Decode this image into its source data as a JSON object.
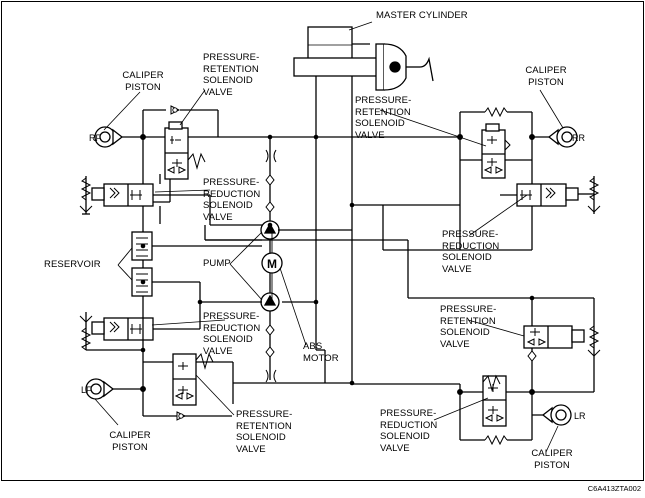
{
  "figure_code": "C6A413ZTA002",
  "labels": {
    "master_cylinder": "MASTER CYLINDER",
    "caliper_piston_rf": "CALIPER\nPISTON",
    "caliper_piston_rr": "CALIPER\nPISTON",
    "caliper_piston_lf": "CALIPER\nPISTON",
    "caliper_piston_lr": "CALIPER\nPISTON",
    "retention_valve_rf": "PRESSURE-\nRETENTION\nSOLENOID\nVALVE",
    "retention_valve_rr": "PRESSURE-\nRETENTION\nSOLENOID\nVALVE",
    "retention_valve_lf": "PRESSURE-\nRETENTION\nSOLENOID\nVALVE",
    "retention_valve_lr": "PRESSURE-\nRETENTION\nSOLENOID\nVALVE",
    "reduction_valve_rf": "PRESSURE-\nREDUCTION\nSOLENOID\nVALVE",
    "reduction_valve_rr": "PRESSURE-\nREDUCTION\nSOLENOID\nVALVE",
    "reduction_valve_lf": "PRESSURE-\nREDUCTION\nSOLENOID\nVALVE",
    "reduction_valve_lr": "PRESSURE-\nREDUCTION\nSOLENOID\nVALVE",
    "reservoir": "RESERVOIR",
    "pump": "PUMP",
    "abs_motor": "ABS\nMOTOR",
    "motor_symbol": "M",
    "wheel_rf": "RF",
    "wheel_rr": "RR",
    "wheel_lf": "LF",
    "wheel_lr": "LR"
  }
}
